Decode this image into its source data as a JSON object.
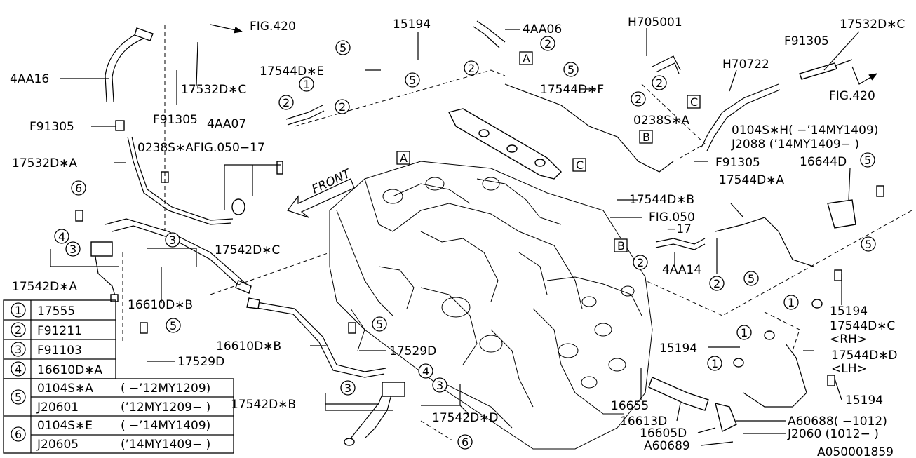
{
  "callouts": {
    "fig420_top": "FIG.420",
    "fig420_right": "FIG.420",
    "c_15194_top": "15194",
    "c_4aa06": "4AA06",
    "c_h705001": "H705001",
    "c_17532dc_tr": "17532D∗C",
    "c_f91305_tr": "F91305",
    "c_h70722": "H70722",
    "c_4aa16": "4AA16",
    "c_17532dc_tl": "17532D∗C",
    "c_17544de": "17544D∗E",
    "c_17544df": "17544D∗F",
    "c_f91305_tl1": "F91305",
    "c_4aa07": "4AA07",
    "c_f91305_left": "F91305",
    "c_0238sa_top": "0238S∗A",
    "c_0238sa_left": "0238S∗A",
    "c_fig050_17_top": "FIG.050−17",
    "c_0104sh": "0104S∗H( −’14MY1409)",
    "c_j2088": "J2088  (’14MY1409− )",
    "c_f91305_mid": "F91305",
    "c_16644d": "16644D",
    "c_17532da": "17532D∗A",
    "c_17544db": "17544D∗B",
    "c_17544da": "17544D∗A",
    "c_fig050": "FIG.050",
    "c_fig050_17": "−17",
    "c_17542dc": "17542D∗C",
    "c_4aa14": "4AA14",
    "c_17542da": "17542D∗A",
    "c_16610db_top": "16610D∗B",
    "c_15194_r1": "15194",
    "c_17544dc": "17544D∗C",
    "c_rh": "<RH>",
    "c_15194_mid": "15194",
    "c_17544dd": "17544D∗D",
    "c_lh": "<LH>",
    "c_17529d_left": "17529D",
    "c_16610db_mid": "16610D∗B",
    "c_17529d_mid": "17529D",
    "c_15194_r2": "15194",
    "c_16655": "16655",
    "c_16613d": "16613D",
    "c_16605d": "16605D",
    "c_a60688": "A60688( −1012)",
    "c_j2060": "J2060  (1012− )",
    "c_a60689": "A60689",
    "c_17542db": "17542D∗B",
    "c_17542dd": "17542D∗D",
    "front": "FRONT",
    "diagram_id": "A050001859"
  },
  "box_letters": {
    "a": "A",
    "b": "B",
    "c": "C"
  },
  "circle_numbers": {
    "n1": "1",
    "n2": "2",
    "n3": "3",
    "n4": "4",
    "n5": "5",
    "n6": "6"
  },
  "legend": {
    "rows": [
      {
        "num": "1",
        "part": "17555"
      },
      {
        "num": "2",
        "part": "F91211"
      },
      {
        "num": "3",
        "part": "F91103"
      },
      {
        "num": "4",
        "part": "16610D∗A"
      }
    ],
    "row5": {
      "num": "5",
      "a_part": "0104S∗A",
      "a_range": "( −’12MY1209)",
      "b_part": "J20601",
      "b_range": "(’12MY1209− )"
    },
    "row6": {
      "num": "6",
      "a_part": "0104S∗E",
      "a_range": "( −’14MY1409)",
      "b_part": "J20605",
      "b_range": "(’14MY1409− )"
    }
  }
}
